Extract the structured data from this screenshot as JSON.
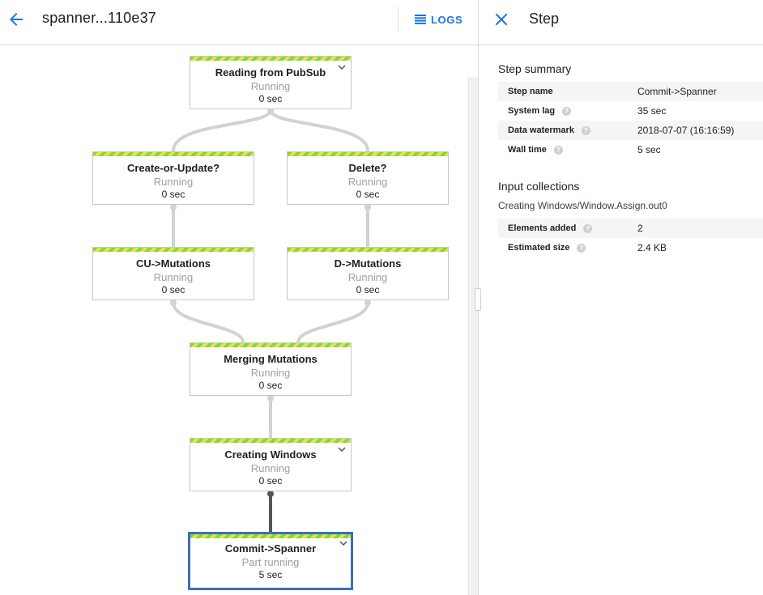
{
  "header": {
    "job_title": "spanner...110e37",
    "logs_label": "LOGS"
  },
  "nodes": [
    {
      "name": "Reading from PubSub",
      "status": "Running",
      "time": "0 sec"
    },
    {
      "name": "Create-or-Update?",
      "status": "Running",
      "time": "0 sec"
    },
    {
      "name": "Delete?",
      "status": "Running",
      "time": "0 sec"
    },
    {
      "name": "CU->Mutations",
      "status": "Running",
      "time": "0 sec"
    },
    {
      "name": "D->Mutations",
      "status": "Running",
      "time": "0 sec"
    },
    {
      "name": "Merging Mutations",
      "status": "Running",
      "time": "0 sec"
    },
    {
      "name": "Creating Windows",
      "status": "Running",
      "time": "0 sec"
    },
    {
      "name": "Commit->Spanner",
      "status": "Part running",
      "time": "5 sec"
    }
  ],
  "panel": {
    "title": "Step",
    "summary_title": "Step summary",
    "summary_rows": [
      {
        "key": "Step name",
        "value": "Commit->Spanner",
        "help": false
      },
      {
        "key": "System lag",
        "value": "35 sec",
        "help": true
      },
      {
        "key": "Data watermark",
        "value": "2018-07-07 (16:16:59)",
        "help": true
      },
      {
        "key": "Wall time",
        "value": "5 sec",
        "help": true
      }
    ],
    "input_title": "Input collections",
    "input_collection": "Creating Windows/Window.Assign.out0",
    "input_rows": [
      {
        "key": "Elements added",
        "value": "2",
        "help": true
      },
      {
        "key": "Estimated size",
        "value": "2.4 KB",
        "help": true
      }
    ],
    "help_glyph": "?"
  },
  "colors": {
    "accent": "#1a73e8",
    "selected_border": "#3b6cc4",
    "stripe_green": "#7dd84c",
    "stripe_yellow": "#e8e43c"
  }
}
